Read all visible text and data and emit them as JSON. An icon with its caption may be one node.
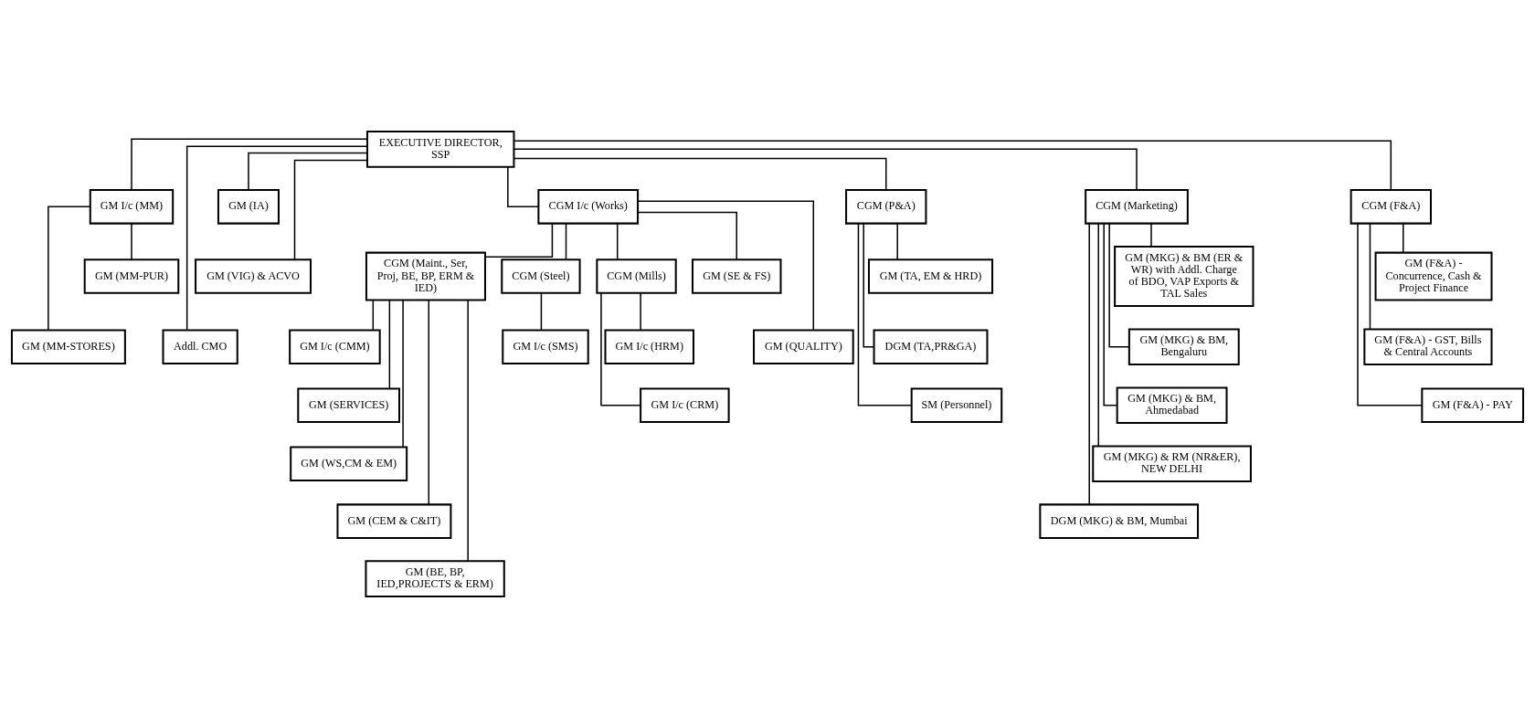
{
  "diagram": {
    "nodes": [
      {
        "text": [
          "EXECUTIVE DIRECTOR, SSP"
        ]
      },
      {
        "text": [
          "GM (IA)"
        ]
      },
      {
        "text": [
          "GM (VIG) & ACVO"
        ]
      },
      {
        "text": [
          "GM I/c (MM)"
        ]
      },
      {
        "text": [
          "GM (MM-PUR)"
        ]
      },
      {
        "text": [
          "GM (MM-STORES)"
        ]
      },
      {
        "text": [
          "Addl. CMO"
        ]
      },
      {
        "text": [
          "CGM I/c (Works)"
        ]
      },
      {
        "text": [
          "CGM (Maint., Ser, Proj, BE, BP, ERM & IED)"
        ]
      },
      {
        "text": [
          "CGM (Steel)"
        ]
      },
      {
        "text": [
          "CGM (Mills)"
        ]
      },
      {
        "text": [
          "GM I/c (CMM)"
        ]
      },
      {
        "text": [
          "GM (SERVICES)"
        ]
      },
      {
        "text": [
          "GM (WS,CM & EM)"
        ]
      },
      {
        "text": [
          "GM (CEM & C&IT)"
        ]
      },
      {
        "text": [
          "GM (BE, BP, IED,PROJECTS & ERM)"
        ]
      },
      {
        "text": [
          "GM I/c (SMS)"
        ]
      },
      {
        "text": [
          "GM I/c (HRM)"
        ]
      },
      {
        "text": [
          "GM I/c (CRM)"
        ]
      },
      {
        "text": [
          "GM (SE & FS)"
        ]
      },
      {
        "text": [
          "GM (QUALITY)"
        ]
      },
      {
        "text": [
          "CGM (P&A)"
        ]
      },
      {
        "text": [
          "GM (TA, EM & HRD)"
        ]
      },
      {
        "text": [
          "DGM (TA,PR&GA)"
        ]
      },
      {
        "text": [
          "SM (Personnel)"
        ]
      },
      {
        "text": [
          "CGM (Marketing)"
        ]
      },
      {
        "text": [
          "GM (MKG) & BM (ER & WR) with Addl. Charge of BDO, VAP Exports & TAL Sales"
        ]
      },
      {
        "text": [
          "GM (MKG) & BM, Bengaluru"
        ]
      },
      {
        "text": [
          "GM (MKG) & BM, Ahmedabad"
        ]
      },
      {
        "text": [
          "GM (MKG) & RM (NR&ER), NEW DELHI"
        ]
      },
      {
        "text": [
          "DGM (MKG) & BM, Mumbai"
        ]
      },
      {
        "text": [
          "CGM (F&A)"
        ]
      },
      {
        "text": [
          "GM (F&A) - Concurrence, Cash & Project Finance"
        ]
      },
      {
        "text": [
          "GM (F&A) - GST, Bills & Central Accounts"
        ]
      },
      {
        "text": [
          "GM (F&A) - PAY"
        ]
      }
    ],
    "edges": [
      {
        "from": 0,
        "to": 1,
        "arrow": "none"
      },
      {
        "from": 0,
        "to": 2,
        "arrow": "none"
      },
      {
        "from": 0,
        "to": 3,
        "arrow": "none"
      },
      {
        "from": 3,
        "to": 4,
        "arrow": "none"
      },
      {
        "from": 3,
        "to": 5,
        "arrow": "none"
      },
      {
        "from": 0,
        "to": 6,
        "arrow": "none"
      },
      {
        "from": 0,
        "to": 7,
        "arrow": "none"
      },
      {
        "from": 7,
        "to": 8,
        "arrow": "none"
      },
      {
        "from": 7,
        "to": 9,
        "arrow": "none"
      },
      {
        "from": 7,
        "to": 10,
        "arrow": "none"
      },
      {
        "from": 8,
        "to": 11,
        "arrow": "none"
      },
      {
        "from": 8,
        "to": 12,
        "arrow": "none"
      },
      {
        "from": 8,
        "to": 13,
        "arrow": "none"
      },
      {
        "from": 8,
        "to": 14,
        "arrow": "none"
      },
      {
        "from": 8,
        "to": 15,
        "arrow": "none"
      },
      {
        "from": 9,
        "to": 16,
        "arrow": "none"
      },
      {
        "from": 10,
        "to": 17,
        "arrow": "none"
      },
      {
        "from": 10,
        "to": 18,
        "arrow": "none"
      },
      {
        "from": 7,
        "to": 19,
        "arrow": "none"
      },
      {
        "from": 7,
        "to": 20,
        "arrow": "none"
      },
      {
        "from": 0,
        "to": 21,
        "arrow": "none"
      },
      {
        "from": 21,
        "to": 22,
        "arrow": "none"
      },
      {
        "from": 21,
        "to": 23,
        "arrow": "none"
      },
      {
        "from": 21,
        "to": 24,
        "arrow": "none"
      },
      {
        "from": 0,
        "to": 25,
        "arrow": "none"
      },
      {
        "from": 25,
        "to": 26,
        "arrow": "none"
      },
      {
        "from": 25,
        "to": 27,
        "arrow": "none"
      },
      {
        "from": 25,
        "to": 28,
        "arrow": "none"
      },
      {
        "from": 25,
        "to": 29,
        "arrow": "none"
      },
      {
        "from": 25,
        "to": 30,
        "arrow": "none"
      },
      {
        "from": 0,
        "to": 31,
        "arrow": "none"
      },
      {
        "from": 31,
        "to": 32,
        "arrow": "none"
      },
      {
        "from": 31,
        "to": 33,
        "arrow": "none"
      },
      {
        "from": 31,
        "to": 34,
        "arrow": "none"
      }
    ]
  }
}
